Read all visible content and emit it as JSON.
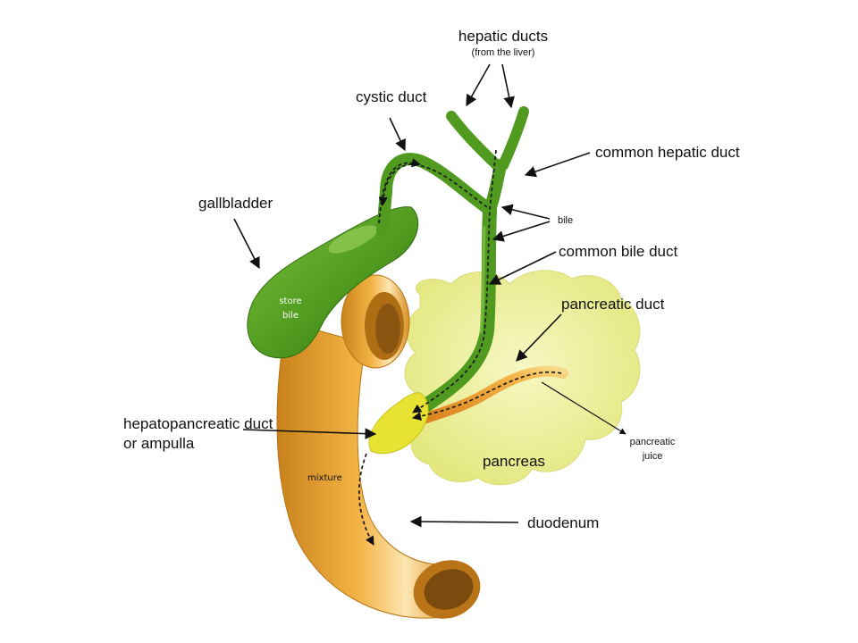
{
  "labels": {
    "hepatic_ducts": "hepatic ducts",
    "hepatic_ducts_sub": "(from the liver)",
    "cystic_duct": "cystic duct",
    "common_hepatic_duct": "common hepatic duct",
    "gallbladder": "gallbladder",
    "bile": "bile",
    "common_bile_duct": "common bile duct",
    "store_bile_1": "store",
    "store_bile_2": "bile",
    "pancreatic_duct": "pancreatic duct",
    "hepatopancreatic_1": "hepatopancreatic duct",
    "hepatopancreatic_2": "or ampulla",
    "pancreatic_juice_1": "pancreatic",
    "pancreatic_juice_2": "juice",
    "pancreas": "pancreas",
    "mixture": "mixture",
    "duodenum": "duodenum"
  },
  "colors": {
    "bile_green": "#4f9a1f",
    "bile_green_dark": "#2f6e12",
    "duodenum_orange": "#e9a437",
    "duodenum_dark": "#b87416",
    "pancreas_yellow": "#f1f3a2",
    "pancreatic_duct_orange": "#e89a24",
    "ampulla_yellow": "#e8e332"
  }
}
